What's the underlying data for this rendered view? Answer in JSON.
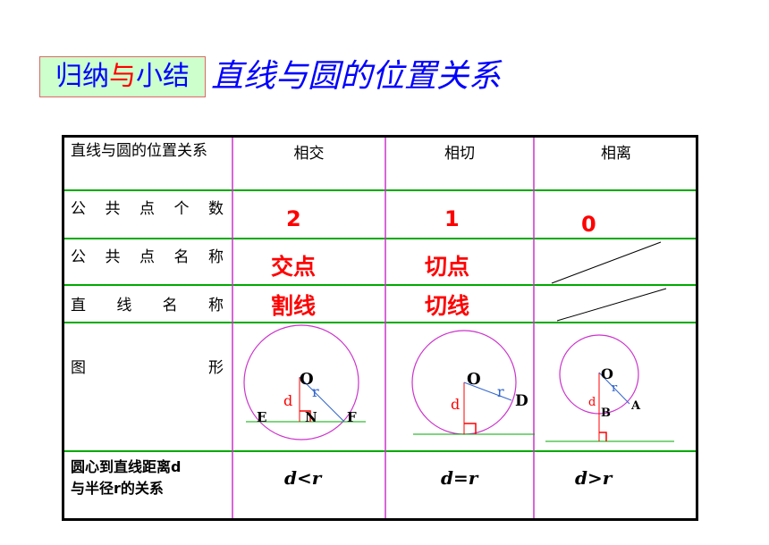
{
  "label_box": {
    "prefix": "归纳",
    "highlight": "与",
    "suffix": "小结"
  },
  "title": "直线与圆的位置关系",
  "table": {
    "headers": [
      "直线与圆的位置关系",
      "相交",
      "相切",
      "相离"
    ],
    "rows": [
      {
        "label": [
          "公",
          "共",
          "点",
          "个",
          "数"
        ],
        "values": [
          "2",
          "1",
          "0"
        ]
      },
      {
        "label": [
          "公",
          "共",
          "点",
          "名",
          "称"
        ],
        "values": [
          "交点",
          "切点",
          ""
        ]
      },
      {
        "label": [
          "直",
          "线",
          "名",
          "称"
        ],
        "values": [
          "割线",
          "切线",
          ""
        ]
      },
      {
        "label": [
          "图",
          "形"
        ],
        "values": [
          "",
          "",
          ""
        ]
      },
      {
        "label_lines": [
          "圆心到直线距离d",
          "与半径r的关系"
        ],
        "values": [
          "d<r",
          "d=r",
          "d>r"
        ]
      }
    ]
  },
  "figures": {
    "intersect": {
      "center": "O",
      "radius": "r",
      "distance": "d",
      "points": [
        "E",
        "N",
        "F"
      ]
    },
    "tangent": {
      "center": "O",
      "radius": "r",
      "distance": "d",
      "points": [
        "D"
      ]
    },
    "separate": {
      "center": "O",
      "radius": "r",
      "distance": "d",
      "points": [
        "A",
        "B"
      ]
    }
  },
  "colors": {
    "title": "#0000ff",
    "highlight": "#ff0000",
    "green_lines": "#00aa00",
    "magenta_lines": "#cc33cc",
    "circle": "#cc33cc",
    "radius": "#3366cc",
    "right_angle": "#ff0000"
  }
}
